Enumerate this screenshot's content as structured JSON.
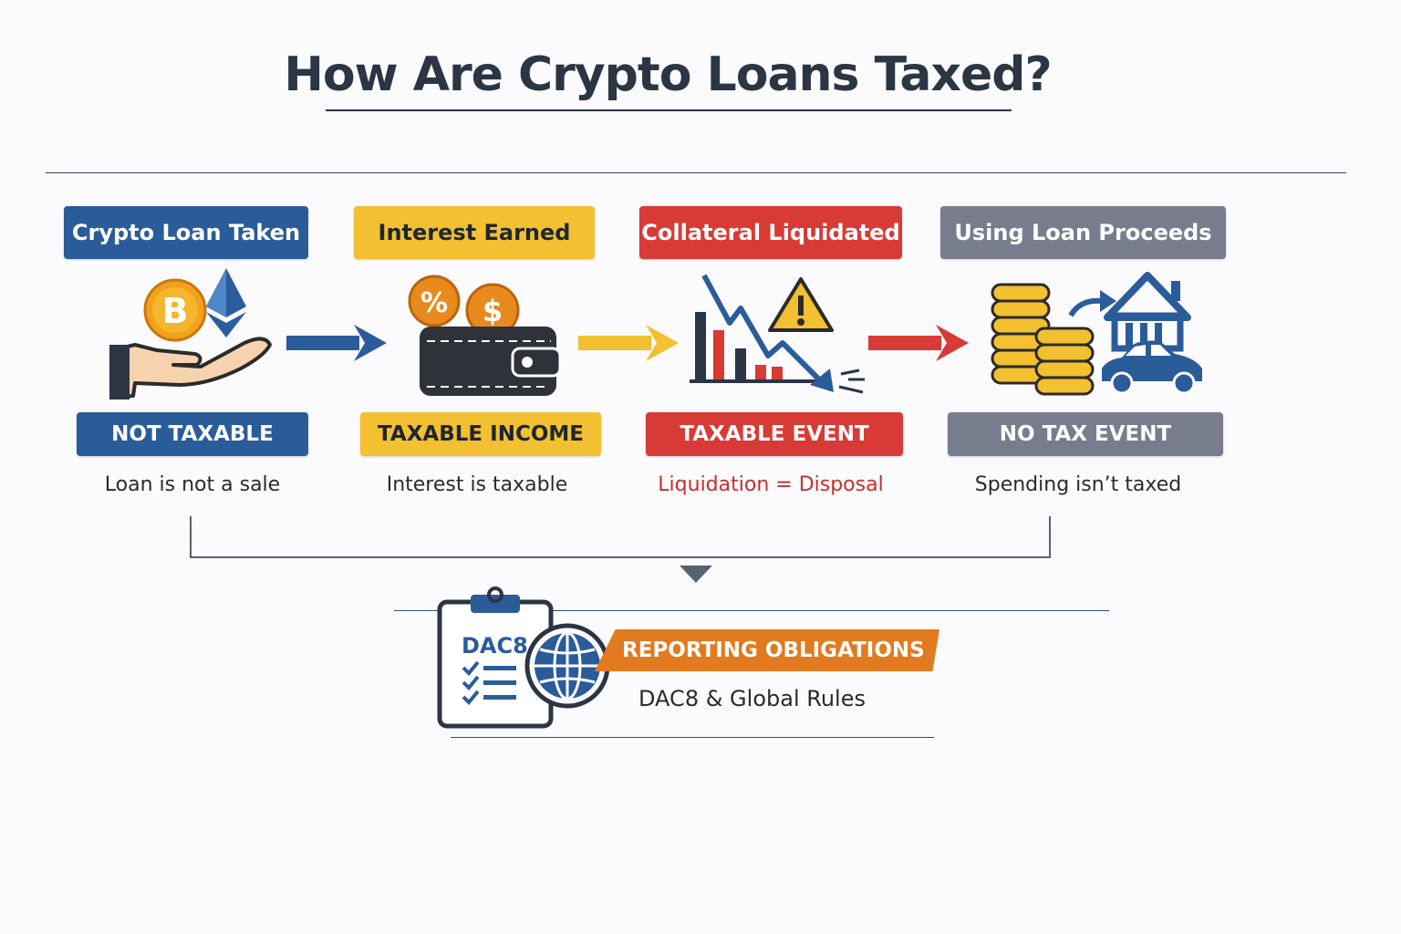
{
  "title": "How Are Crypto Loans Taxed?",
  "colors": {
    "blue": "#2b5c9a",
    "yellow": "#f2c030",
    "red": "#d83a36",
    "gray": "#787d8e",
    "orange": "#e27a1f",
    "navy": "#2c4d72",
    "note_red": "#c7302b"
  },
  "steps": [
    {
      "header": "Crypto Loan Taken",
      "badge": "NOT TAXABLE",
      "note": "Loan is not a sale",
      "icon": "hand-holding-crypto-icon"
    },
    {
      "header": "Interest Earned",
      "badge": "TAXABLE INCOME",
      "note": "Interest is taxable",
      "icon": "wallet-interest-icon"
    },
    {
      "header": "Collateral Liquidated",
      "badge": "TAXABLE EVENT",
      "note": "Liquidation = Disposal",
      "icon": "falling-chart-warning-icon"
    },
    {
      "header": "Using Loan Proceeds",
      "badge": "NO TAX EVENT",
      "note": "Spending isn’t taxed",
      "icon": "coins-house-car-icon"
    }
  ],
  "reporting": {
    "banner": "REPORTING OBLIGATIONS",
    "subtitle": "DAC8 & Global Rules",
    "icon_label": "DAC8",
    "icon": "clipboard-globe-icon"
  }
}
